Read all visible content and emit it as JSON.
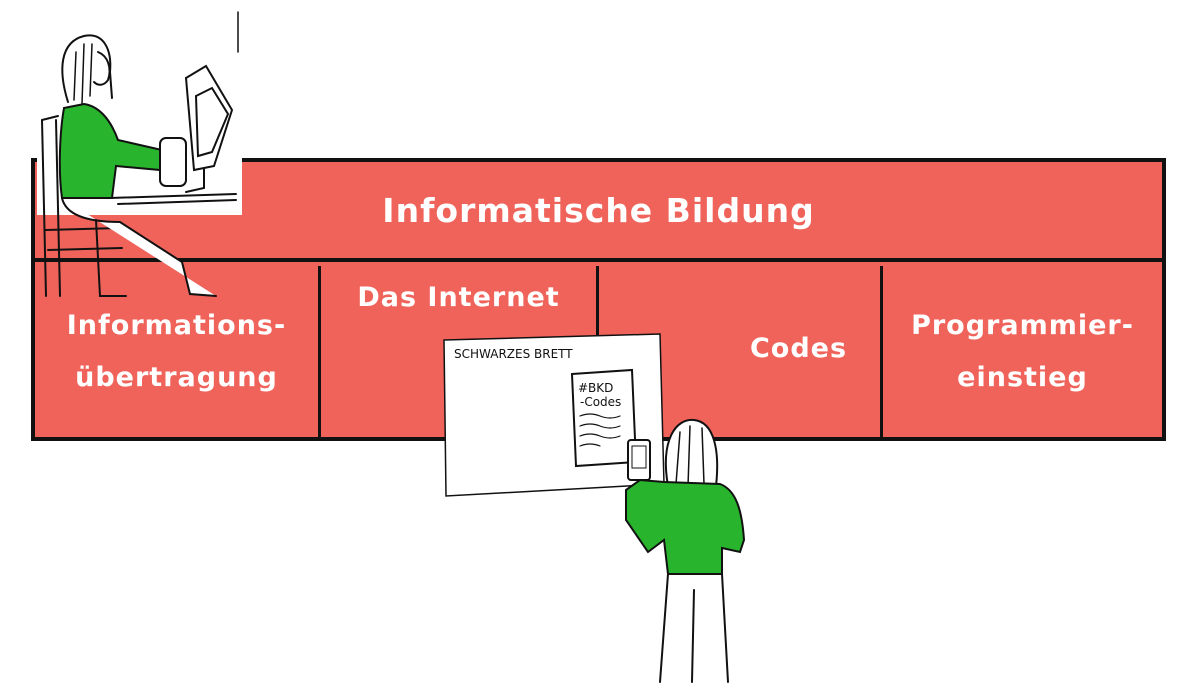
{
  "colors": {
    "accent": "#f0635b",
    "sweater": "#29b42d",
    "ink": "#111111"
  },
  "header": {
    "title": "Informatische Bildung"
  },
  "topics": [
    {
      "line1": "Informations-",
      "line2": "übertragung"
    },
    {
      "line1": "Das Internet",
      "line2": ""
    },
    {
      "line1": "Codes",
      "line2": ""
    },
    {
      "line1": "Programmier-",
      "line2": "einstieg"
    }
  ],
  "board": {
    "heading": "SCHWARZES BRETT",
    "poster_line1": "#BKD",
    "poster_line2": "-Codes"
  },
  "illustrations": [
    "person-at-computer-sketch",
    "person-scanning-code-sketch"
  ]
}
